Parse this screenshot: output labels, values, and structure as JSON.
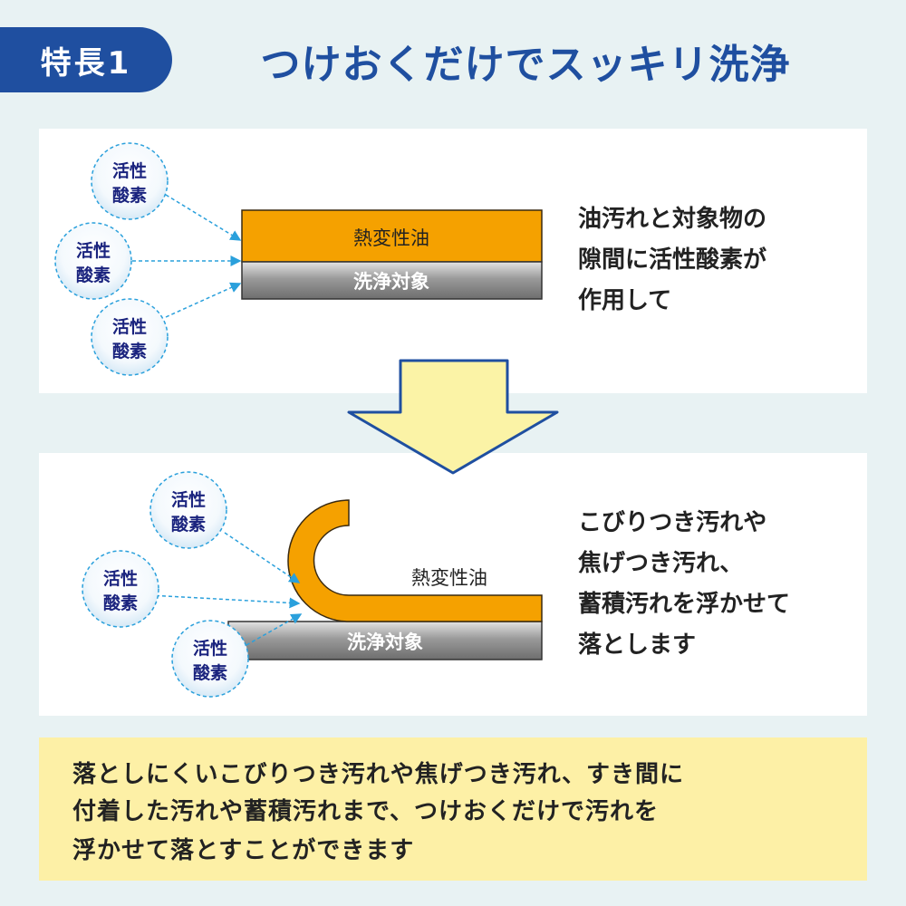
{
  "header": {
    "badge": "特長1",
    "title": "つけおくだけでスッキリ洗浄"
  },
  "panel1": {
    "bubbles": [
      {
        "line1": "活性",
        "line2": "酸素"
      },
      {
        "line1": "活性",
        "line2": "酸素"
      },
      {
        "line1": "活性",
        "line2": "酸素"
      }
    ],
    "oil_label": "熱変性油",
    "target_label": "洗浄対象",
    "description": [
      "油汚れと対象物の",
      "隙間に活性酸素が",
      "作用して"
    ]
  },
  "panel2": {
    "bubbles": [
      {
        "line1": "活性",
        "line2": "酸素"
      },
      {
        "line1": "活性",
        "line2": "酸素"
      },
      {
        "line1": "活性",
        "line2": "酸素"
      }
    ],
    "oil_label": "熱変性油",
    "target_label": "洗浄対象",
    "description": [
      "こびりつき汚れや",
      "焦げつき汚れ、",
      "蓄積汚れを浮かせて",
      "落とします"
    ]
  },
  "summary": [
    "落としにくいこびりつき汚れや焦げつき汚れ、すき間に",
    "付着した汚れや蓄積汚れまで、つけおくだけで汚れを",
    "浮かせて落とすことができます"
  ],
  "colors": {
    "brand": "#1f4fa0",
    "oil": "#f5a100",
    "arrow_fill": "#fbf3a6",
    "bubble_border": "#2aa0dc",
    "summary_bg": "#fdf0a6"
  }
}
